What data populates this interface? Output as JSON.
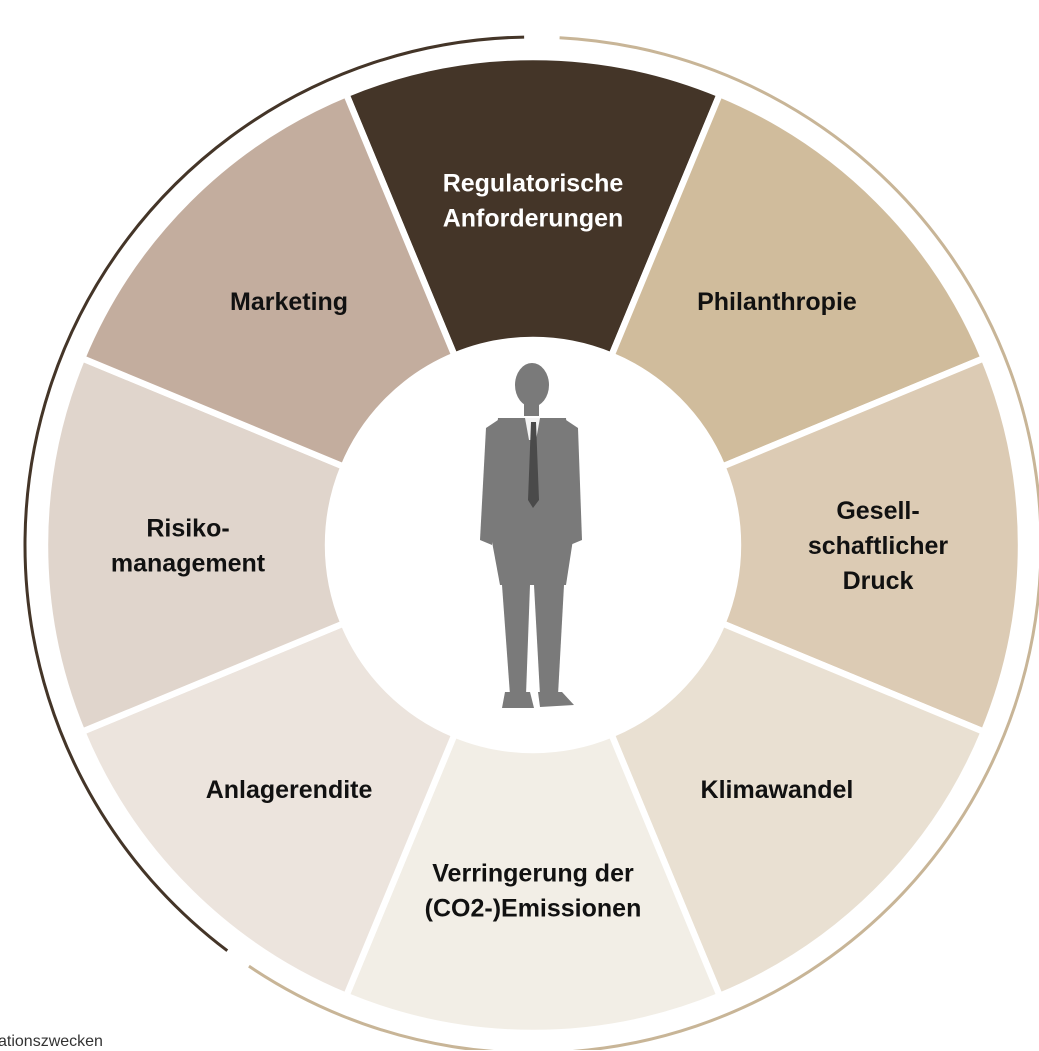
{
  "diagram": {
    "center_figure": "businessman-silhouette",
    "segments": [
      {
        "id": "regulatorische-anforderungen",
        "lines": [
          "Regulatorische",
          "Anforderungen"
        ],
        "fill": "#443528",
        "text_color": "#ffffff"
      },
      {
        "id": "philanthropie",
        "lines": [
          "Philanthropie"
        ],
        "fill": "#d0bc9c",
        "text_color": "#111111"
      },
      {
        "id": "gesellschaftlicher-druck",
        "lines": [
          "Gesell-",
          "schaftlicher",
          "Druck"
        ],
        "fill": "#dccbb4",
        "text_color": "#111111"
      },
      {
        "id": "klimawandel",
        "lines": [
          "Klimawandel"
        ],
        "fill": "#e9e0d2",
        "text_color": "#111111"
      },
      {
        "id": "verringerung-emissionen",
        "lines": [
          "Verringerung der",
          "(CO2-)Emissionen"
        ],
        "fill": "#f2eee6",
        "text_color": "#111111"
      },
      {
        "id": "anlagerendite",
        "lines": [
          "Anlagerendite"
        ],
        "fill": "#ece4dd",
        "text_color": "#111111"
      },
      {
        "id": "risikomanagement",
        "lines": [
          "Risiko-",
          "management"
        ],
        "fill": "#e0d5cc",
        "text_color": "#111111"
      },
      {
        "id": "marketing",
        "lines": [
          "Marketing"
        ],
        "fill": "#c3ad9e",
        "text_color": "#111111"
      }
    ],
    "ring_colors": {
      "dark": "#443528",
      "light": "#c8b597"
    },
    "figure_color": "#7a7a7a"
  },
  "footnote": "ationszwecken"
}
